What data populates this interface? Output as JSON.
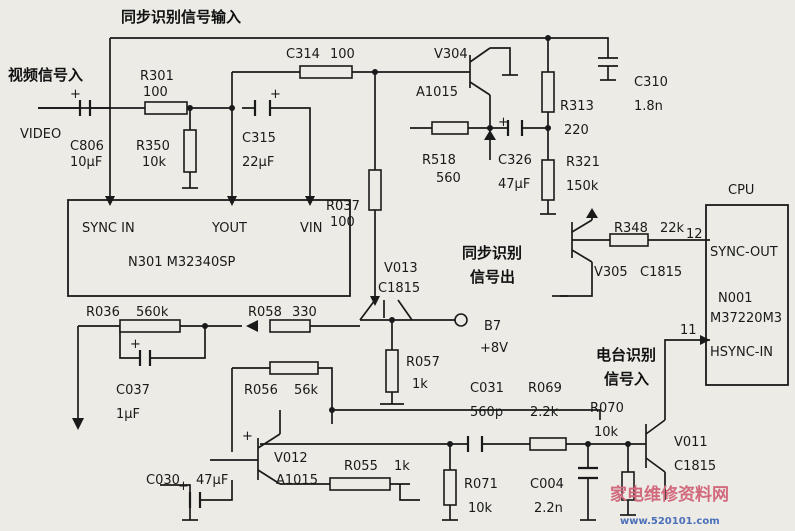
{
  "inputs": {
    "sync_input": "同步识别信号输入",
    "video_input": "视频信号入",
    "video_tag": "VIDEO",
    "sync_output": "同步识别",
    "sync_output_2": "信号出",
    "station_input": "电台识别",
    "station_input_2": "信号入"
  },
  "chips": {
    "n301": {
      "sync_in": "SYNC  IN",
      "yout": "YOUT",
      "vin": "VIN",
      "name": "N301  M32340SP"
    },
    "cpu": {
      "title": "CPU",
      "sync_out": "SYNC-OUT",
      "n001": "N001",
      "model": "M37220M3",
      "hsync_in": "HSYNC-IN",
      "pin12": "12",
      "pin11": "11"
    }
  },
  "components": {
    "r301": "R301",
    "r301_v": "100",
    "c806": "C806",
    "c806_v": "10μF",
    "r350": "R350",
    "r350_v": "10k",
    "c315": "C315",
    "c315_v": "22μF",
    "c314": "C314",
    "c314_v": "100",
    "v304": "V304",
    "v304_m": "A1015",
    "r518": "R518",
    "r518_v": "560",
    "c326": "C326",
    "c326_v": "47μF",
    "r313": "R313",
    "r313_v": "220",
    "c310": "C310",
    "c310_v": "1.8n",
    "r321": "R321",
    "r321_v": "150k",
    "r037": "R037",
    "r037_v": "100",
    "v013": "V013",
    "v013_m": "C1815",
    "r348": "R348",
    "r348_v": "22k",
    "v305": "V305",
    "v305_m": "C1815",
    "r036": "R036",
    "r036_v": "560k",
    "r058": "R058",
    "r058_v": "330",
    "b7": "B7",
    "b7_v": "+8V",
    "c037": "C037",
    "c037_v": "1μF",
    "r056": "R056",
    "r056_v": "56k",
    "r057": "R057",
    "r057_v": "1k",
    "c031": "C031",
    "c031_v": "560p",
    "r069": "R069",
    "r069_v": "2.2k",
    "r070": "R070",
    "r070_v": "10k",
    "v011": "V011",
    "v011_m": "C1815",
    "c030": "C030",
    "c030_v": "47μF",
    "v012": "V012",
    "v012_m": "A1015",
    "r055": "R055",
    "r055_v": "1k",
    "r071": "R071",
    "r071_v": "10k",
    "c004": "C004",
    "c004_v": "2.2n"
  },
  "watermark": {
    "site": "家电维修资料网",
    "url": "www.520101.com"
  }
}
